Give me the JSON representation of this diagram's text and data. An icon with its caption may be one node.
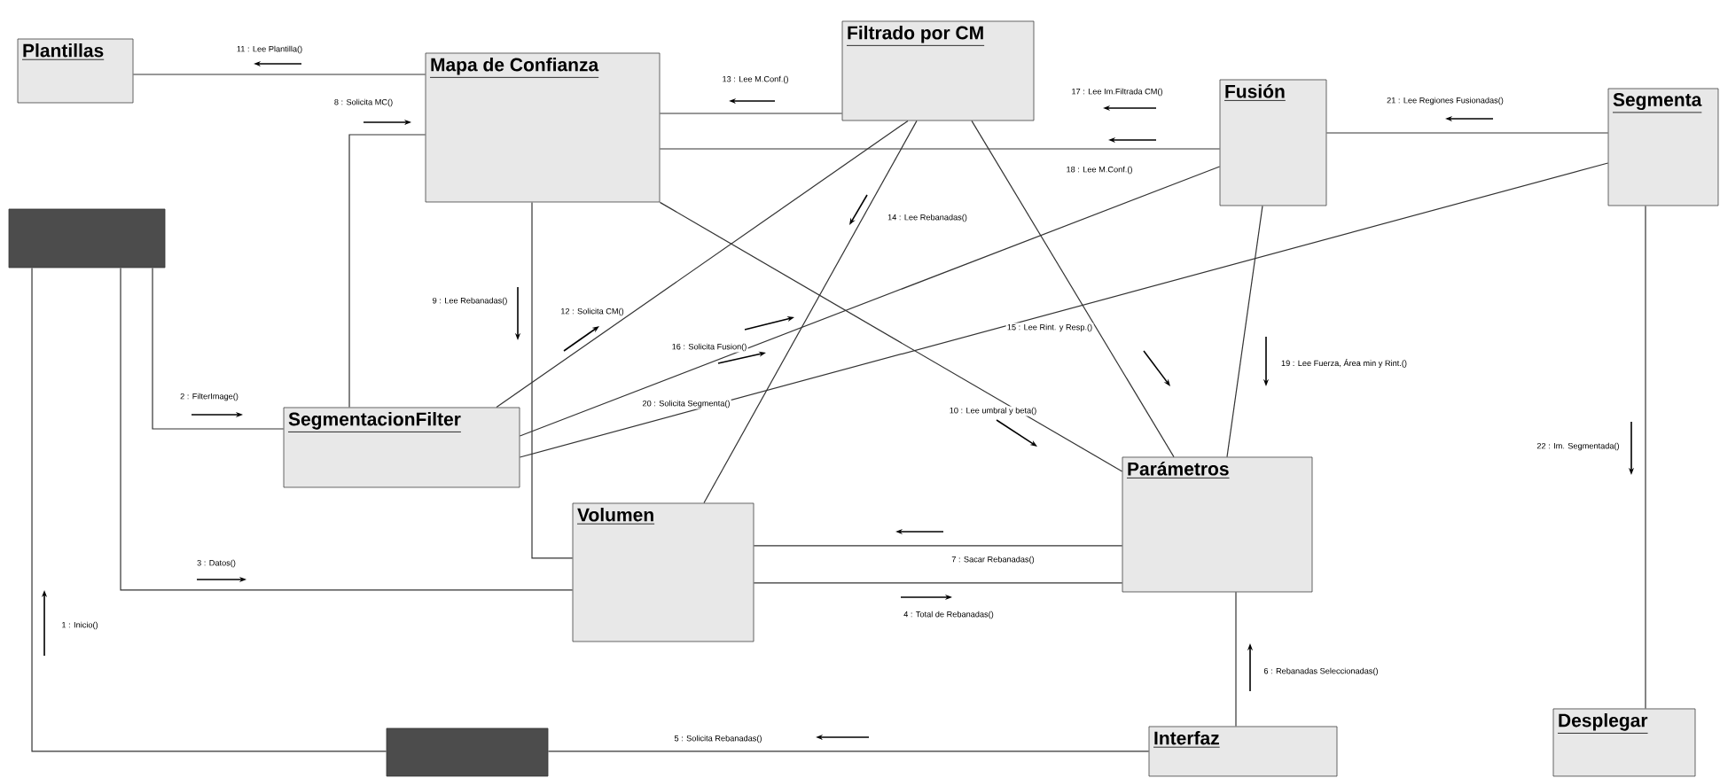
{
  "diagram": {
    "nodes": [
      {
        "text": [
          "Plantillas"
        ]
      },
      {
        "text": [
          "Mapa de Confianza"
        ]
      },
      {
        "text": [
          "Filtrado por CM"
        ]
      },
      {
        "text": [
          "Fusión"
        ]
      },
      {
        "text": [
          "Segmenta"
        ]
      },
      {
        "text": [],
        "shape": "box"
      },
      {
        "text": [
          "SegmentacionFilter"
        ]
      },
      {
        "text": [
          "Volumen"
        ]
      },
      {
        "text": [
          "Parámetros"
        ]
      },
      {
        "text": [
          "Interfaz"
        ]
      },
      {
        "text": [
          "Desplegar"
        ]
      },
      {
        "text": [],
        "shape": "box"
      }
    ],
    "edges": [
      {
        "from": 1,
        "to": 0,
        "arrow": "none",
        "label": "11 : Lee Plantilla()"
      },
      {
        "from": 2,
        "to": 1,
        "arrow": "none",
        "label": "13 : Lee M.Conf.()"
      },
      {
        "from": 3,
        "to": 1,
        "arrow": "none",
        "label": "18 : Lee M.Conf.()"
      },
      {
        "from": 4,
        "to": 3,
        "arrow": "none",
        "label": "21 : Lee Regiones Fusionadas()"
      },
      {
        "from": 4,
        "to": 10,
        "arrow": "none",
        "label": "22 : Im. Segmentada()"
      },
      {
        "from": 4,
        "to": 6,
        "arrow": "none",
        "label": "20 : Solicita Segmenta()"
      },
      {
        "from": 3,
        "to": 6,
        "arrow": "none",
        "label": "16 : Solicita Fusion()"
      },
      {
        "from": 2,
        "to": 6,
        "arrow": "none",
        "label": "12 : Solicita CM()"
      },
      {
        "from": 1,
        "to": 6,
        "arrow": "none",
        "label": "8 : Solicita MC()"
      },
      {
        "from": 1,
        "to": 7,
        "arrow": "none",
        "label": "9 : Lee Rebanadas()"
      },
      {
        "from": 2,
        "to": 7,
        "arrow": "none",
        "label": "14 : Lee Rebanadas()"
      },
      {
        "from": 2,
        "to": 8,
        "arrow": "none",
        "label": "15 : Lee Rint. y Resp.()"
      },
      {
        "from": 1,
        "to": 8,
        "arrow": "none",
        "label": "10 : Lee umbral y beta()"
      },
      {
        "from": 3,
        "to": 8,
        "arrow": "none",
        "label": "19 : Lee Fuerza, Área min y Rint.()"
      },
      {
        "from": 7,
        "to": 8,
        "arrow": "none",
        "label": "7 : Sacar Rebanadas()"
      },
      {
        "from": 7,
        "to": 8,
        "arrow": "none",
        "label": "4 : Total de Rebanadas()"
      },
      {
        "from": 9,
        "to": 8,
        "arrow": "none",
        "label": "6 : Rebanadas Seleccionadas()"
      },
      {
        "from": 9,
        "to": 11,
        "arrow": "none",
        "label": "5 : Solicita Rebanadas()"
      },
      {
        "from": 11,
        "to": 5,
        "arrow": "none",
        "label": "1 : Inicio()"
      },
      {
        "from": 5,
        "to": 6,
        "arrow": "none",
        "label": "2 : FilterImage()"
      },
      {
        "from": 5,
        "to": 7,
        "arrow": "none",
        "label": "3 : Datos()"
      }
    ],
    "labels": [
      "17 : Lee Im.Filtrada CM()"
    ]
  }
}
